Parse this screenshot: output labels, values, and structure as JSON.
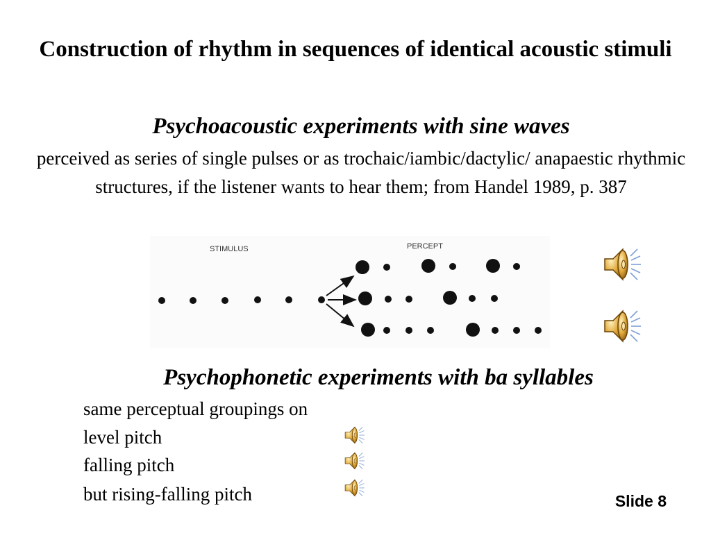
{
  "slide": {
    "title": "Construction of rhythm in sequences of identical acoustic stimuli",
    "section1_heading": "Psychoacoustic experiments with sine waves",
    "section1_text": "perceived as series of single pulses or as trochaic/iambic/dactylic/ anapaestic rhythmic structures, if the listener wants to hear them; from Handel 1989, p. 387",
    "figure": {
      "stimulus_label": "STIMULUS",
      "percept_label": "PERCEPT"
    },
    "section2_heading": "Psychophonetic experiments with ba syllables",
    "lines": {
      "intro": "same perceptual groupings on",
      "level": "level pitch",
      "falling": "falling pitch",
      "rising_falling": "but rising-falling pitch"
    },
    "slide_number": "Slide 8"
  },
  "icons": {
    "speaker": "speaker-icon",
    "speaker_color": "#d9a030"
  }
}
